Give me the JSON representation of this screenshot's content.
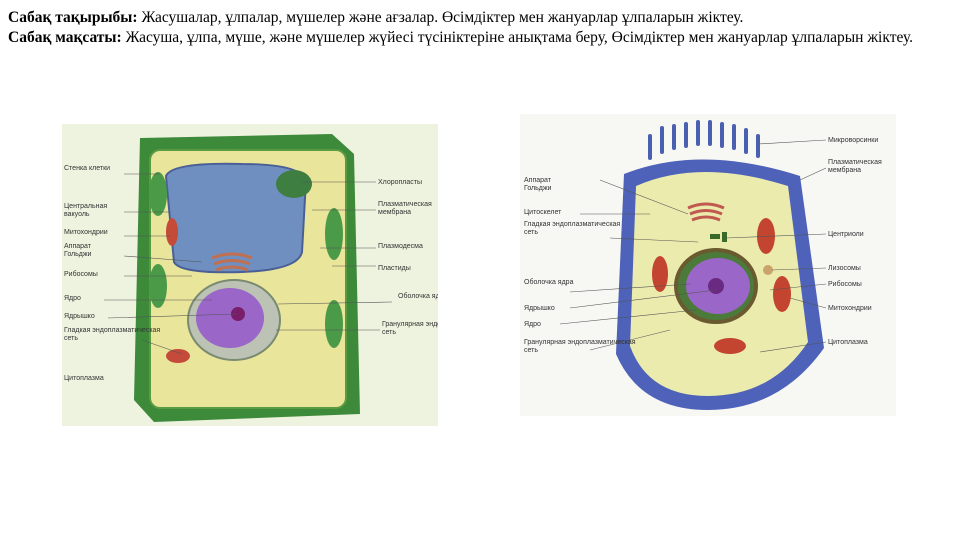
{
  "topic": {
    "label": "Сабақ тақырыбы:",
    "text": " Жасушалар, ұлпалар, мүшелер және ағзалар.  Өсімдіктер мен жануарлар ұлпаларын жіктеу."
  },
  "goal": {
    "label": "Сабақ мақсаты:",
    "text": " Жасуша, ұлпа, мүше, және мүшелер жүйесі түсініктеріне анықтама беру, Өсімдіктер мен жануарлар ұлпаларын  жіктеу."
  },
  "plant_cell": {
    "labels_left": [
      "Стенка клетки",
      "Центральная вакуоль",
      "Митохондрии",
      "Аппарат Гольджи",
      "Рибосомы",
      "Ядро",
      "Ядрышко",
      "Гладкая эндоплазматическая сеть",
      "Цитоплазма"
    ],
    "labels_right": [
      "Хлоропласты",
      "Плазматическая мембрана",
      "Плазмодесма",
      "Пластиды",
      "Оболочка ядра",
      "Гранулярная эндоплазматическая сеть"
    ]
  },
  "animal_cell": {
    "labels_left": [
      "Аппарат Гольджи",
      "Цитоскелет",
      "Гладкая эндоплазматическая сеть",
      "Оболочка ядра",
      "Ядрышко",
      "Ядро",
      "Гранулярная эндоплазматическая сеть"
    ],
    "labels_right": [
      "Микроворсинки",
      "Плазматическая мембрана",
      "Центриоли",
      "Лизосомы",
      "Рибосомы",
      "Митохондрии",
      "Цитоплазма"
    ]
  }
}
